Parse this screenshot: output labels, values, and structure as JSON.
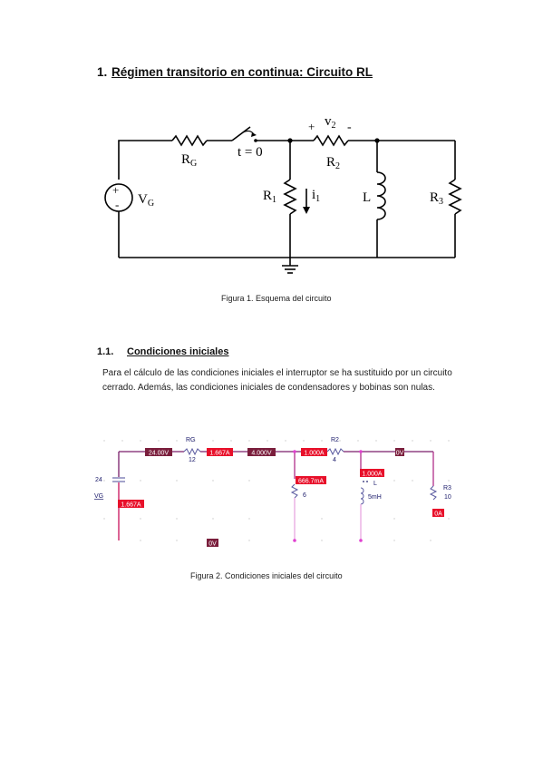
{
  "section1": {
    "number": "1.",
    "title": "Régimen transitorio en continua: Circuito RL"
  },
  "figure1": {
    "caption": "Figura 1. Esquema del circuito",
    "labels": {
      "rg_main": "R",
      "rg_sub": "G",
      "switch": "t = 0",
      "v2_plus": "+",
      "v2_main": "v",
      "v2_sub": "2",
      "v2_minus": "-",
      "r2_main": "R",
      "r2_sub": "2",
      "r1_main": "R",
      "r1_sub": "1",
      "i1_main": "i",
      "i1_sub": "1",
      "l": "L",
      "r3_main": "R",
      "r3_sub": "3",
      "vg_main": "V",
      "vg_sub": "G",
      "src_plus": "+",
      "src_minus": "-"
    }
  },
  "section11": {
    "number": "1.1.",
    "title": "Condiciones iniciales",
    "paragraph": "Para el cálculo de las condiciones iniciales el interruptor se ha sustituido por un circuito cerrado. Además, las condiciones iniciales de condensadores y bobinas son nulas."
  },
  "figure2": {
    "caption": "Figura 2. Condiciones iniciales del circuito",
    "labels": {
      "rg": "RG",
      "rg_val": "12",
      "r2": "R2",
      "r2_val": "4",
      "vg_val": "24",
      "vg": "VG",
      "r1_val": "6",
      "l": "L",
      "l_val": "5mH",
      "r3": "R3",
      "r3_val": "10"
    },
    "readouts": {
      "v_24": "24.00V",
      "i_rg": "1.667A",
      "v_4": "4.000V",
      "i_r2": "1.000A",
      "v_0_top": "0V",
      "i_r1": "666.7mA",
      "i_l": "1.000A",
      "i_vg": "1.667A",
      "i_r3": "0A",
      "v_0_bottom": "0V"
    }
  }
}
